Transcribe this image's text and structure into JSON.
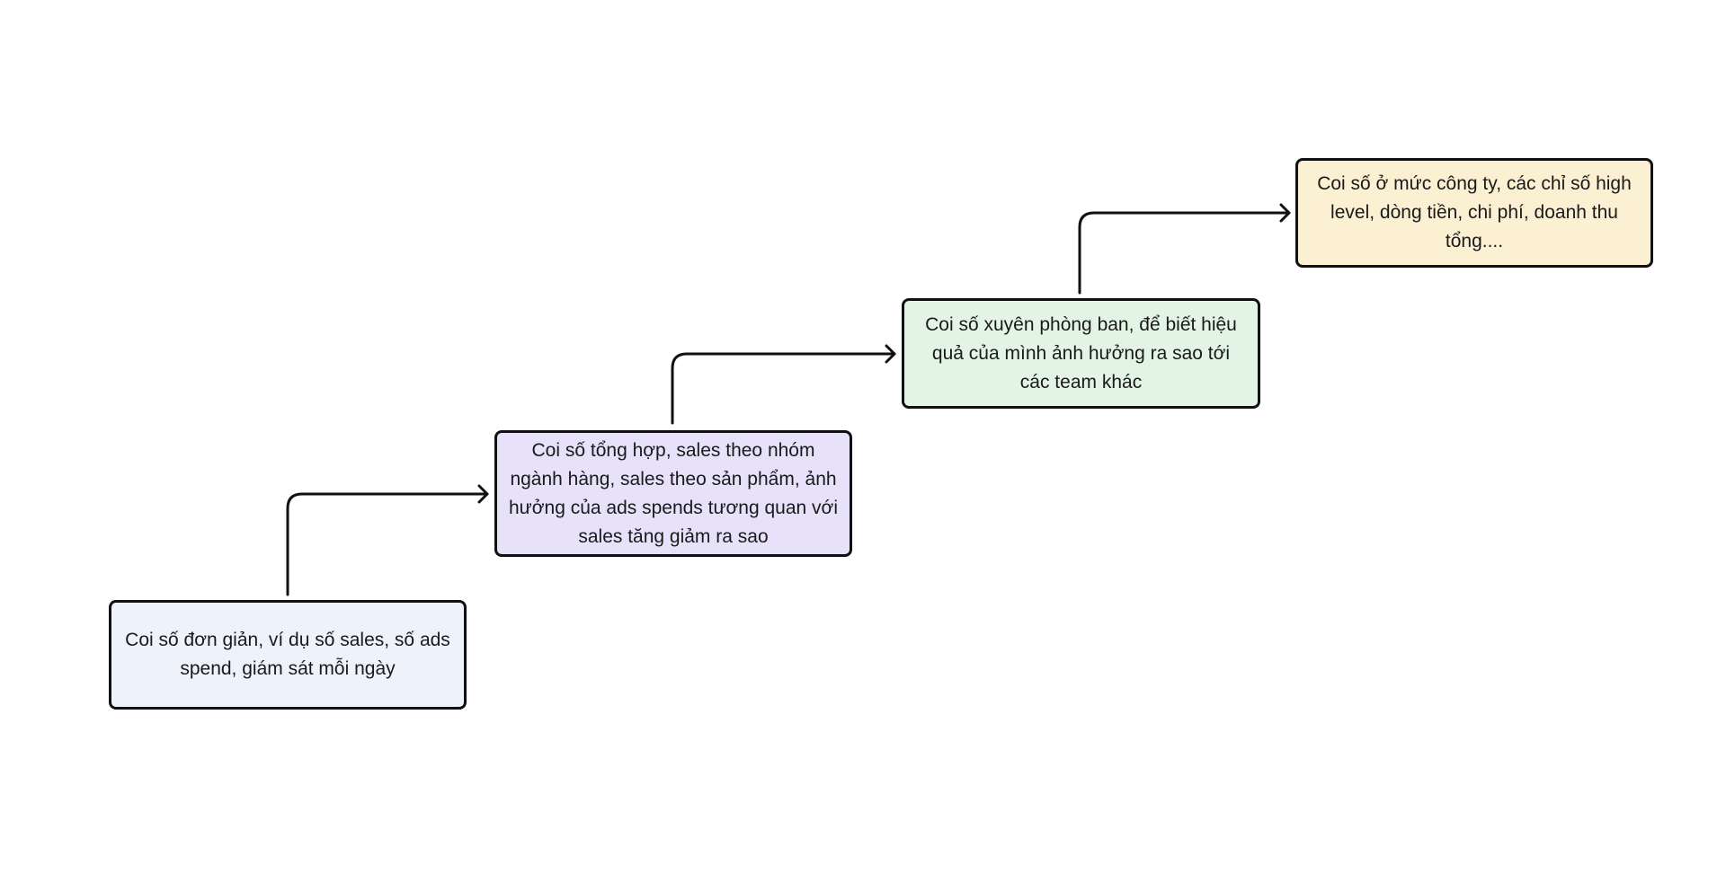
{
  "steps": [
    {
      "text": "Coi số đơn giản, ví dụ số sales, số ads spend, giám sát mỗi ngày",
      "color": "#eef2fa"
    },
    {
      "text": "Coi số tổng hợp, sales theo nhóm ngành hàng, sales theo sản phẩm, ảnh hưởng của ads spends tương quan với sales tăng giảm ra sao",
      "color": "#e7e1f9"
    },
    {
      "text": "Coi số xuyên phòng ban, để biết hiệu quả của mình ảnh hưởng ra sao tới các team khác",
      "color": "#e3f4e5"
    },
    {
      "text": "Coi số ở mức công ty, các chỉ số high level, dòng tiền, chi phí, doanh thu tổng....",
      "color": "#fcf0d3"
    }
  ]
}
